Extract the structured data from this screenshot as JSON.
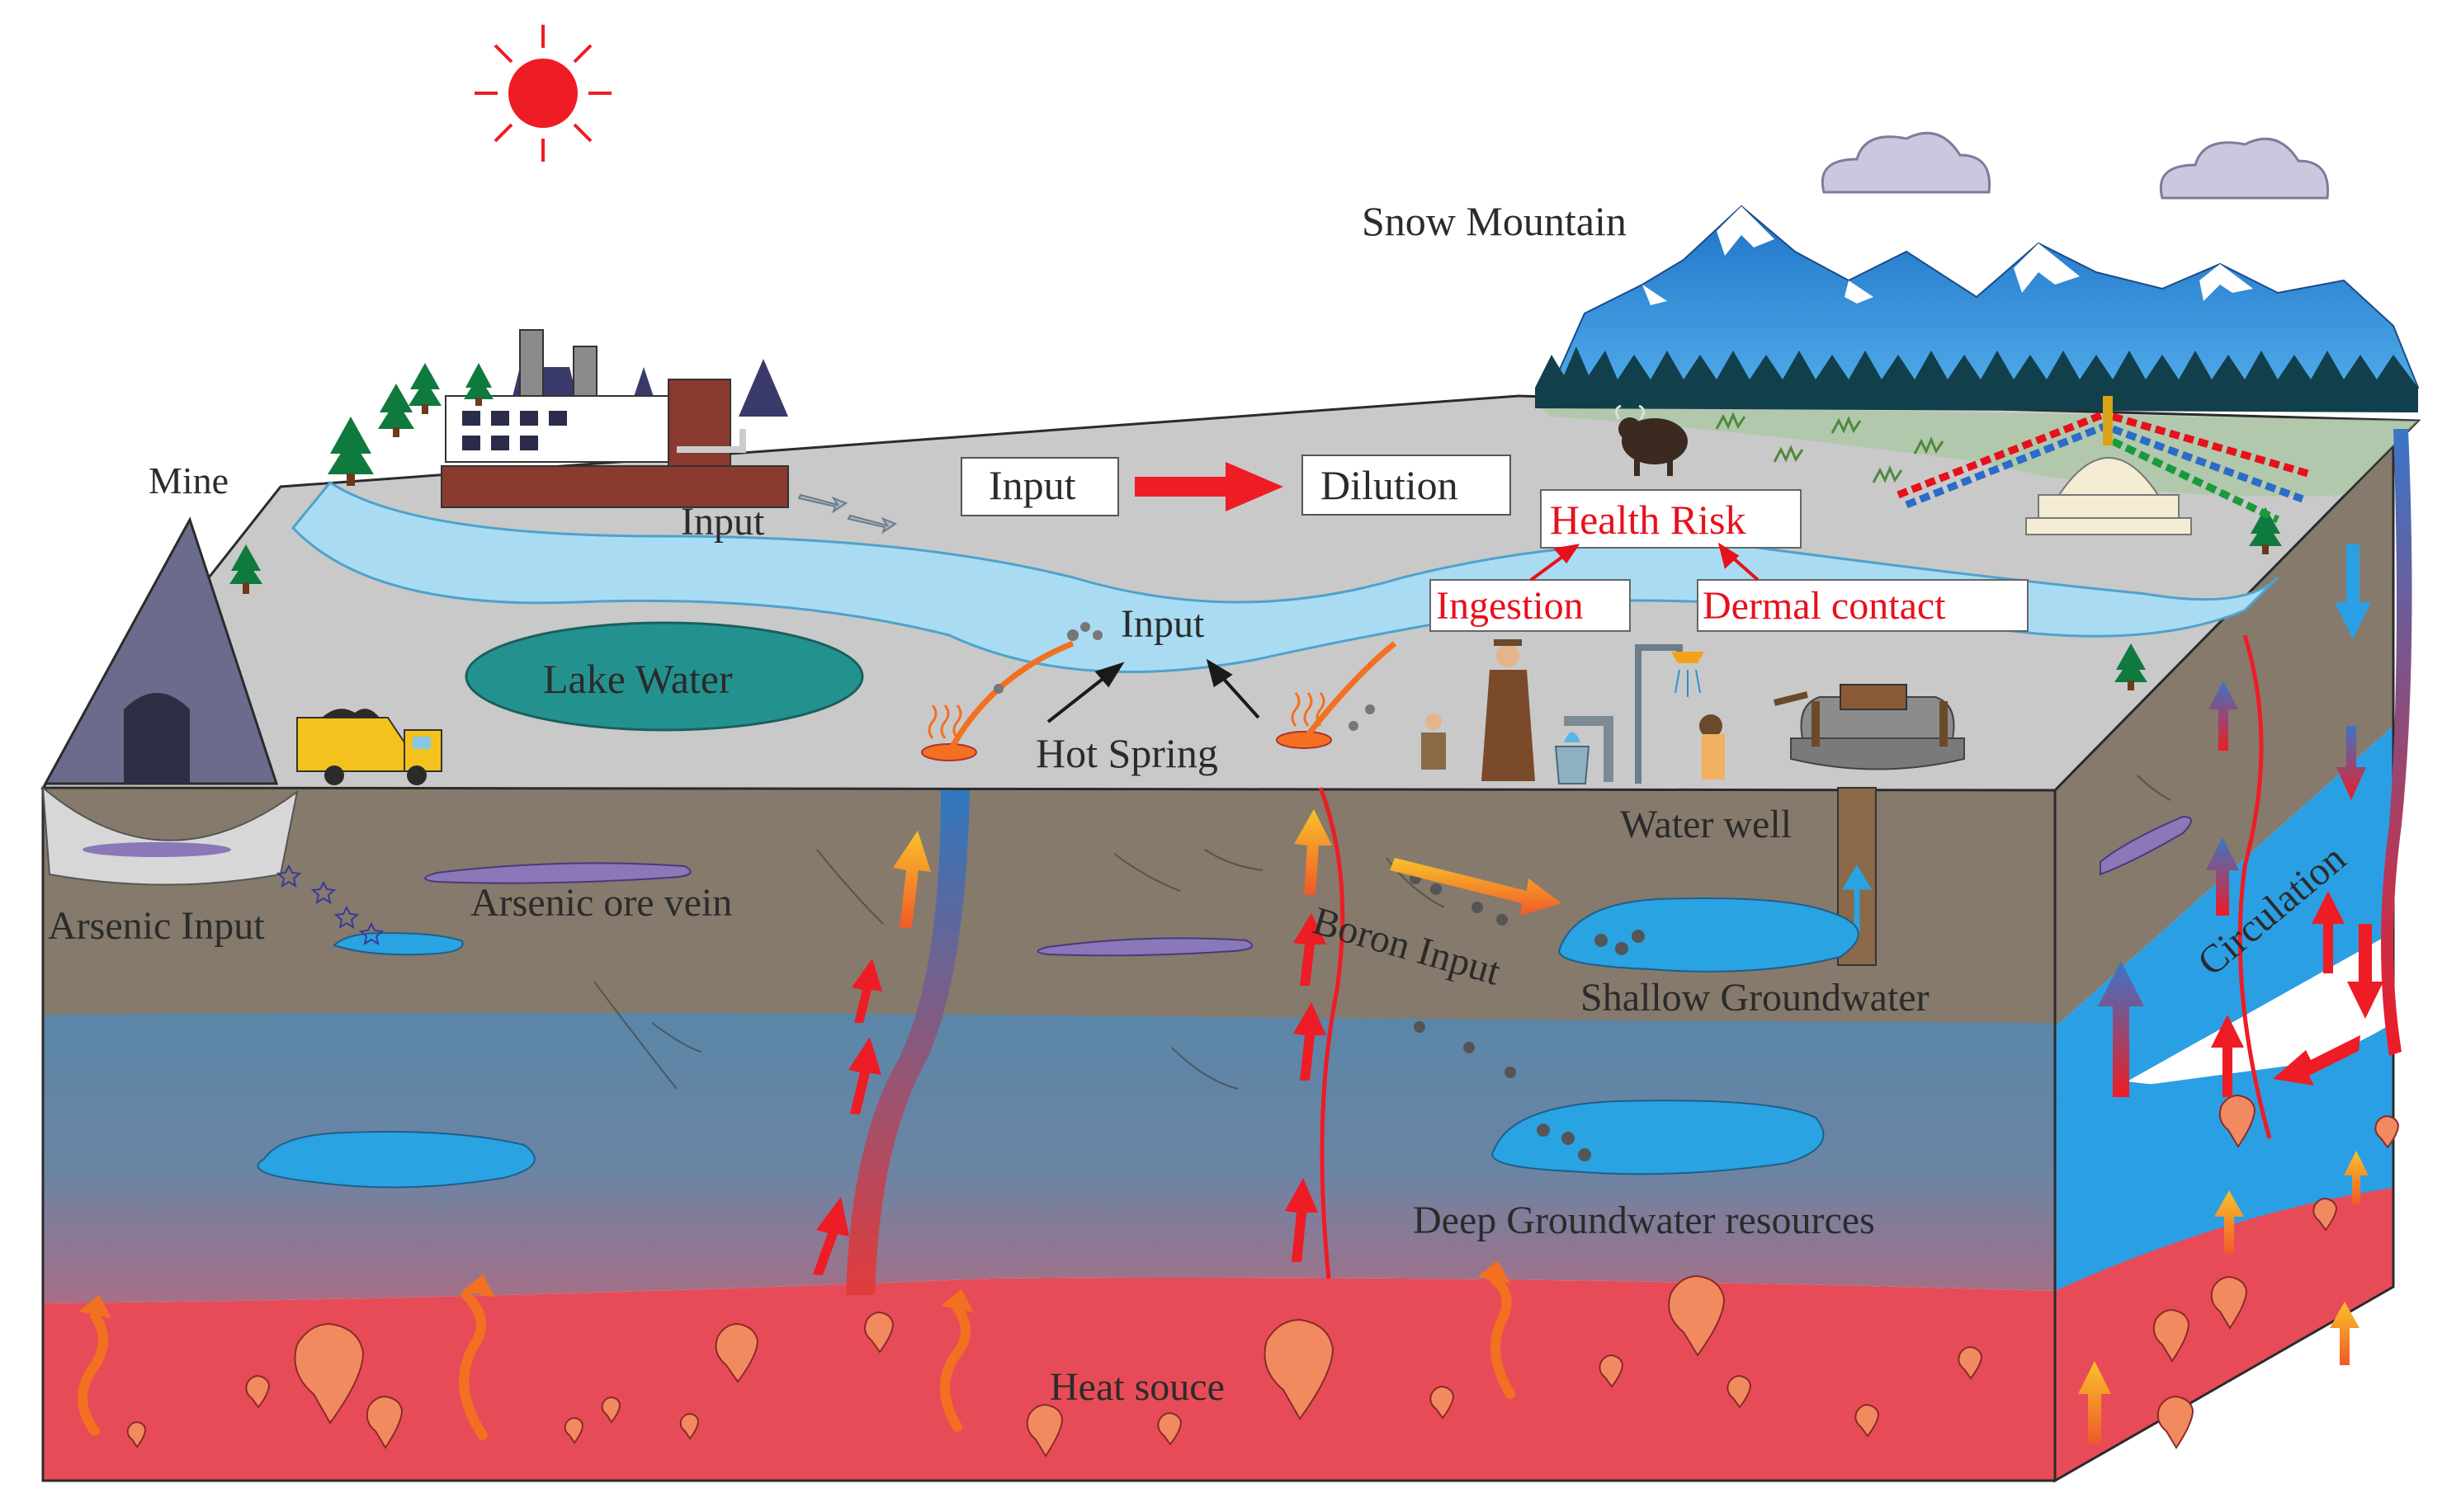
{
  "colors": {
    "ground_surface": "#c9c9c9",
    "soil_layer": "#857a6c",
    "groundwater_layer": "#5f86a6",
    "heat_layer": "#e84b58",
    "river": "#a9dcf2",
    "water_body": "#29a3e2",
    "lake": "#23928f",
    "arrow_red": "#ee1c24",
    "label_red": "#e8101b",
    "sun": "#ee1c24"
  },
  "labels": {
    "mine": "Mine",
    "snow_mountain": "Snow Mountain",
    "input_factory": "Input",
    "input_box": "Input",
    "dilution_box": "Dilution",
    "health_risk": "Health Risk",
    "ingestion": "Ingestion",
    "dermal_contact": "Dermal contact",
    "input_river": "Input",
    "lake_water": "Lake Water",
    "hot_spring": "Hot Spring",
    "water_well": "Water well",
    "arsenic_input": "Arsenic Input",
    "arsenic_ore_vein": "Arsenic ore vein",
    "boron_input": "Boron Input",
    "shallow_groundwater": "Shallow Groundwater",
    "circulation": "Circulation",
    "deep_groundwater": "Deep Groundwater resources",
    "heat_source": "Heat souce"
  },
  "icons": [
    "sun-icon",
    "cloud-icon",
    "mine-icon",
    "factory-icon",
    "truck-icon",
    "snow-mountain-icon",
    "yak-icon",
    "stupa-icon",
    "prayer-flags-icon",
    "tree-icon",
    "person-icon",
    "water-tap-icon",
    "shower-icon",
    "water-well-icon",
    "hot-spring-icon",
    "magma-drop-icon",
    "arrow-icon"
  ]
}
